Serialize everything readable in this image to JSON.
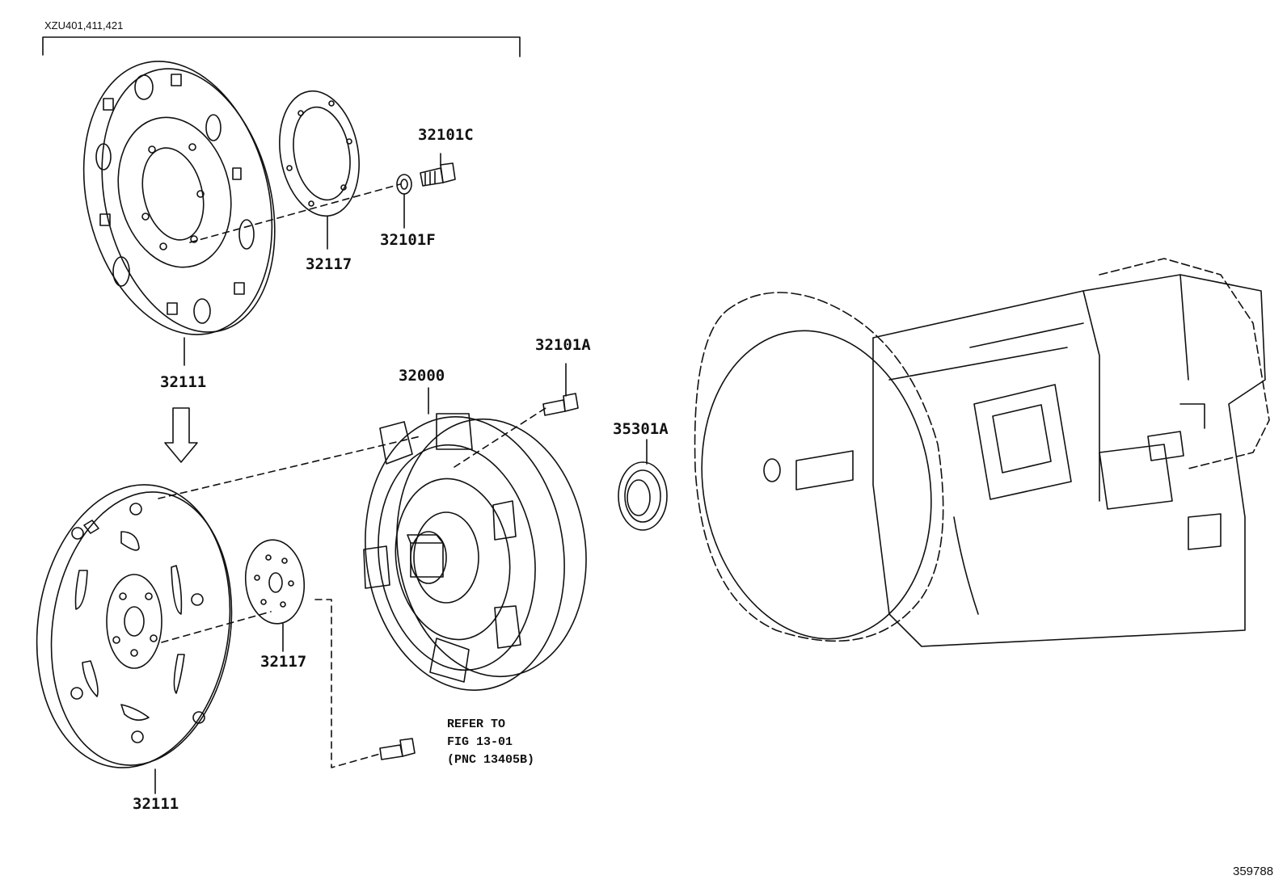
{
  "header": {
    "models": "XZU401,411,421"
  },
  "parts": {
    "flexplate_top": "32111",
    "flexplate_bottom": "32111",
    "spacer_top": "32117",
    "spacer_bottom": "32117",
    "bolt_c": "32101C",
    "washer_f": "32101F",
    "bolt_a": "32101A",
    "converter": "32000",
    "oil_seal": "35301A"
  },
  "refer": {
    "line1": "REFER TO",
    "line2": "FIG 13-01",
    "line3": "(PNC 13405B)"
  },
  "footer": {
    "image_number": "359788"
  }
}
